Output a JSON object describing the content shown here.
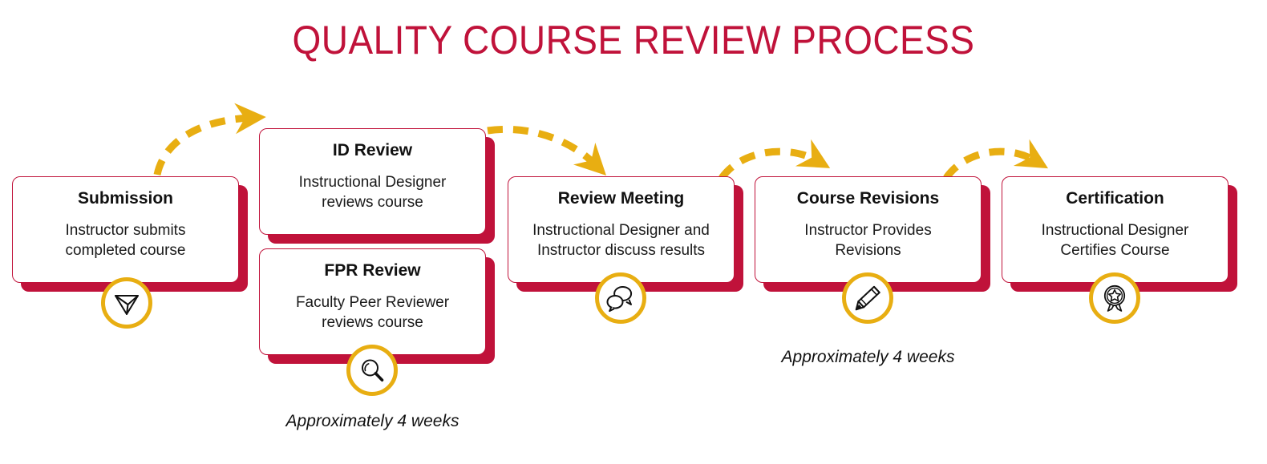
{
  "title": "QUALITY COURSE REVIEW PROCESS",
  "colors": {
    "crimson": "#C0123A",
    "gold": "#E8AE12",
    "text": "#111111",
    "background": "#FFFFFF"
  },
  "steps": [
    {
      "id": "submission",
      "heading": "Submission",
      "body_line1": "Instructor submits",
      "body_line2": "completed course",
      "icon": "paper-plane-icon"
    },
    {
      "id": "id-review",
      "heading": "ID Review",
      "body_line1": "Instructional Designer",
      "body_line2": "reviews course",
      "icon": null
    },
    {
      "id": "fpr-review",
      "heading": "FPR Review",
      "body_line1": "Faculty Peer Reviewer",
      "body_line2": "reviews course",
      "icon": "magnifier-icon"
    },
    {
      "id": "review-meeting",
      "heading": "Review Meeting",
      "body_line1": "Instructional Designer and",
      "body_line2": "Instructor discuss results",
      "icon": "speech-bubbles-icon"
    },
    {
      "id": "course-revisions",
      "heading": "Course Revisions",
      "body_line1": "Instructor Provides",
      "body_line2": "Revisions",
      "icon": "pencil-icon"
    },
    {
      "id": "certification",
      "heading": "Certification",
      "body_line1": "Instructional Designer",
      "body_line2": "Certifies Course",
      "icon": "award-ribbon-icon"
    }
  ],
  "captions": [
    {
      "id": "caption-review-duration",
      "text": "Approximately 4 weeks"
    },
    {
      "id": "caption-revisions-duration",
      "text": "Approximately 4 weeks"
    }
  ],
  "connectors": [
    {
      "id": "arrow-submission-to-id-review",
      "direction": "up-right"
    },
    {
      "id": "arrow-id-review-to-review-meeting",
      "direction": "down-right"
    },
    {
      "id": "arrow-review-meeting-to-course-revisions",
      "direction": "arc-right"
    },
    {
      "id": "arrow-course-revisions-to-certification",
      "direction": "arc-right"
    }
  ]
}
